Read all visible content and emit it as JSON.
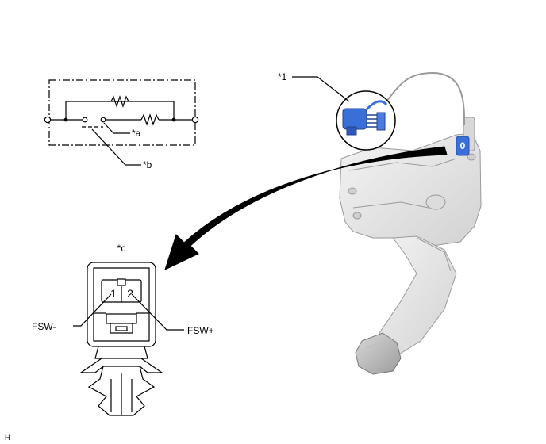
{
  "callouts": {
    "part1": "*1",
    "a": "*a",
    "b": "*b",
    "c": "*c"
  },
  "connector": {
    "pin1": "1",
    "pin2": "2",
    "left_terminal": "FSW-",
    "right_terminal": "FSW+"
  },
  "sensor_tag": "0",
  "corner_code": "H",
  "colors": {
    "line": "#000000",
    "part_blue": "#3b6fd8",
    "pedal_grey": "#e6e6e6",
    "arrow": "#000000"
  }
}
